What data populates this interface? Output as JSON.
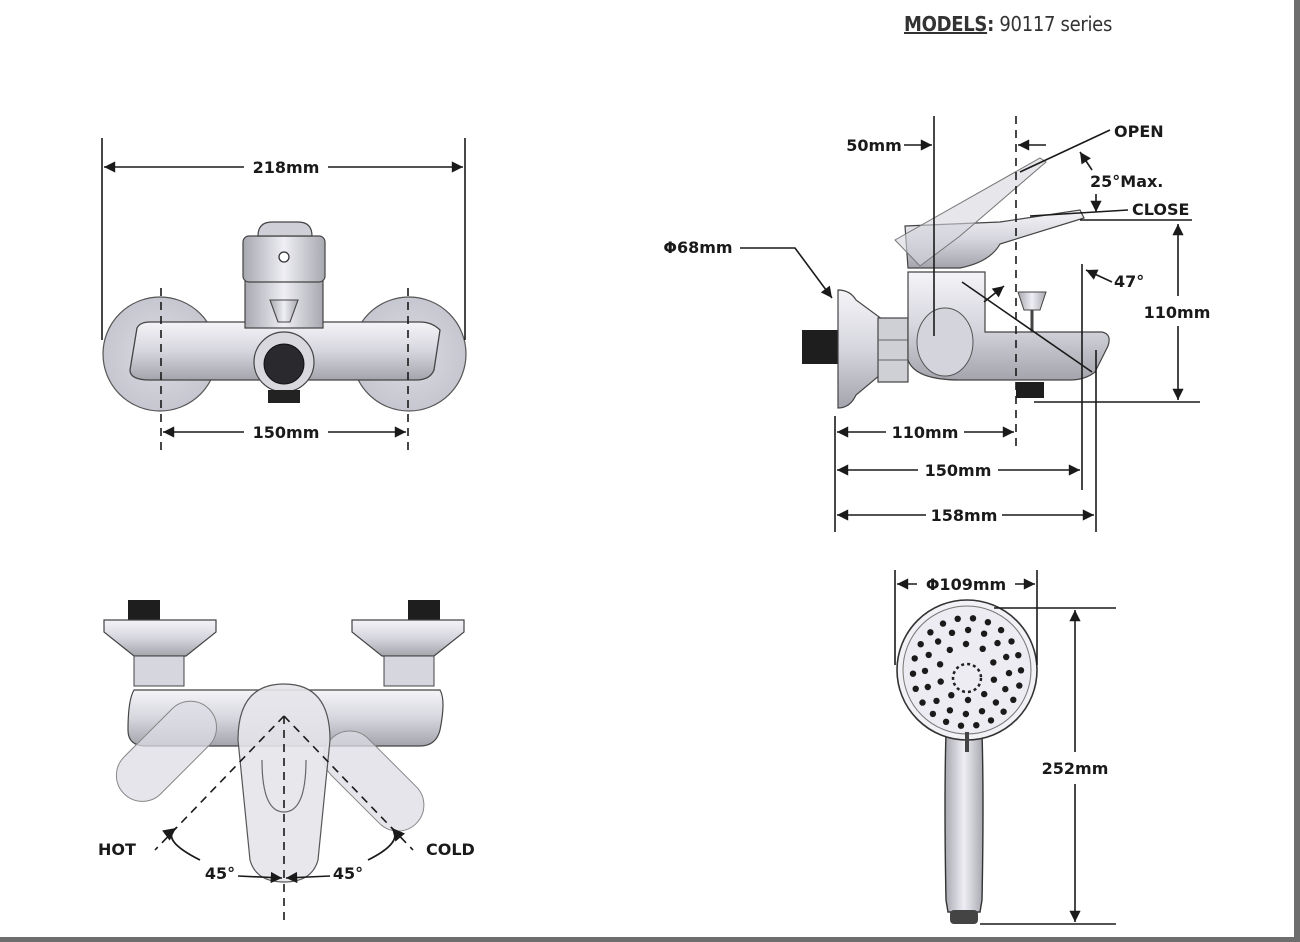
{
  "header": {
    "models_label": "MODELS",
    "models_colon": ":",
    "models_value": " 90117 series"
  },
  "front_view": {
    "overall_width": "218mm",
    "centers": "150mm"
  },
  "side_view": {
    "handle_offset": "50mm",
    "flange_diameter": "Φ68mm",
    "open_label": "OPEN",
    "angle_max": "25°Max.",
    "close_label": "CLOSE",
    "spout_angle": "47°",
    "height": "110mm",
    "depth_1": "110mm",
    "depth_2": "150mm",
    "depth_3": "158mm"
  },
  "top_view": {
    "hot_label": "HOT",
    "cold_label": "COLD",
    "hot_angle": "45°",
    "cold_angle": "45°"
  },
  "hand_shower": {
    "head_diameter": "Φ109mm",
    "length": "252mm"
  },
  "colors": {
    "line": "#1a1a1a",
    "chrome_light": "#e8e8ee",
    "chrome_mid": "#c4c4cc",
    "chrome_dark": "#8a8a92",
    "frame": "#6e6e6e"
  }
}
